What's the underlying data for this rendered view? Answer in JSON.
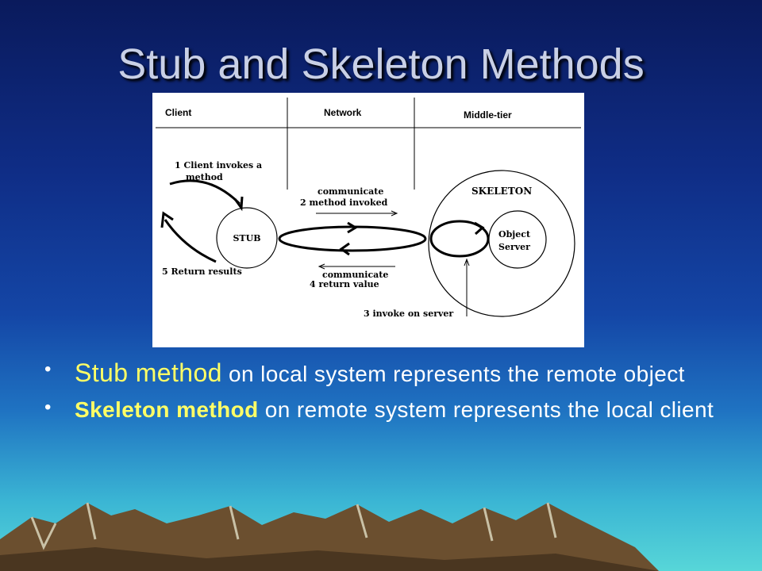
{
  "slide": {
    "title": "Stub and Skeleton Methods"
  },
  "diagram": {
    "columns": [
      "Client",
      "Network",
      "Middle-tier"
    ],
    "step1_line1": "1  Client invokes a",
    "step1_line2": "method",
    "step2_line1": "communicate",
    "step2_line2": "2  method invoked",
    "step3": "3  invoke on server",
    "step4_line1": "communicate",
    "step4_line2": "4  return value",
    "step5": "5  Return results",
    "stub": "STUB",
    "skeleton": "SKELETON",
    "object_server_line1": "Object",
    "object_server_line2": "Server"
  },
  "bullets": [
    {
      "highlight": "Stub method",
      "text": " on local system represents the remote object"
    },
    {
      "highlight": "Skeleton method",
      "text": " on remote system represents the local client"
    }
  ],
  "colors": {
    "highlight": "#ffff66",
    "title": "#c9d0e6"
  }
}
